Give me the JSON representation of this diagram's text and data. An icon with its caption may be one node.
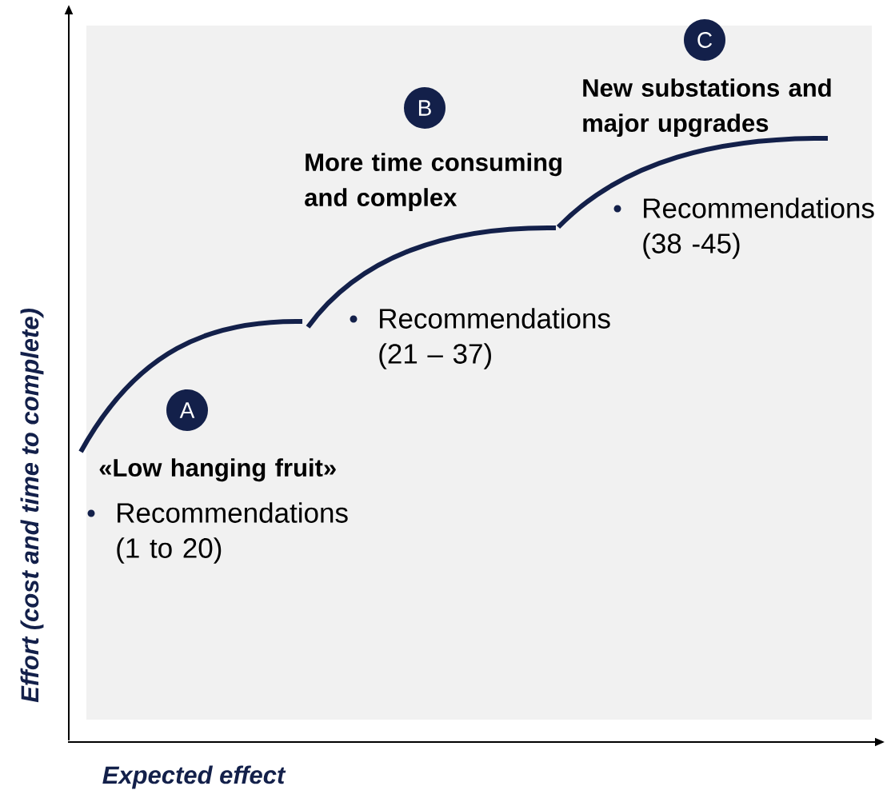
{
  "diagram": {
    "nodes": [
      {
        "text": [
          "C"
        ]
      },
      {
        "text": [
          "B"
        ]
      },
      {
        "text": [
          "A"
        ]
      }
    ],
    "labels": [
      "New substations and major upgrades",
      "More time consuming and complex",
      "Recommendations (38 -45)",
      "Recommendations (21 – 37)",
      "«Low hanging fruit»",
      "Recommendations (1 to 20)",
      "Effort (cost and time to complete)",
      "Expected effect"
    ]
  }
}
